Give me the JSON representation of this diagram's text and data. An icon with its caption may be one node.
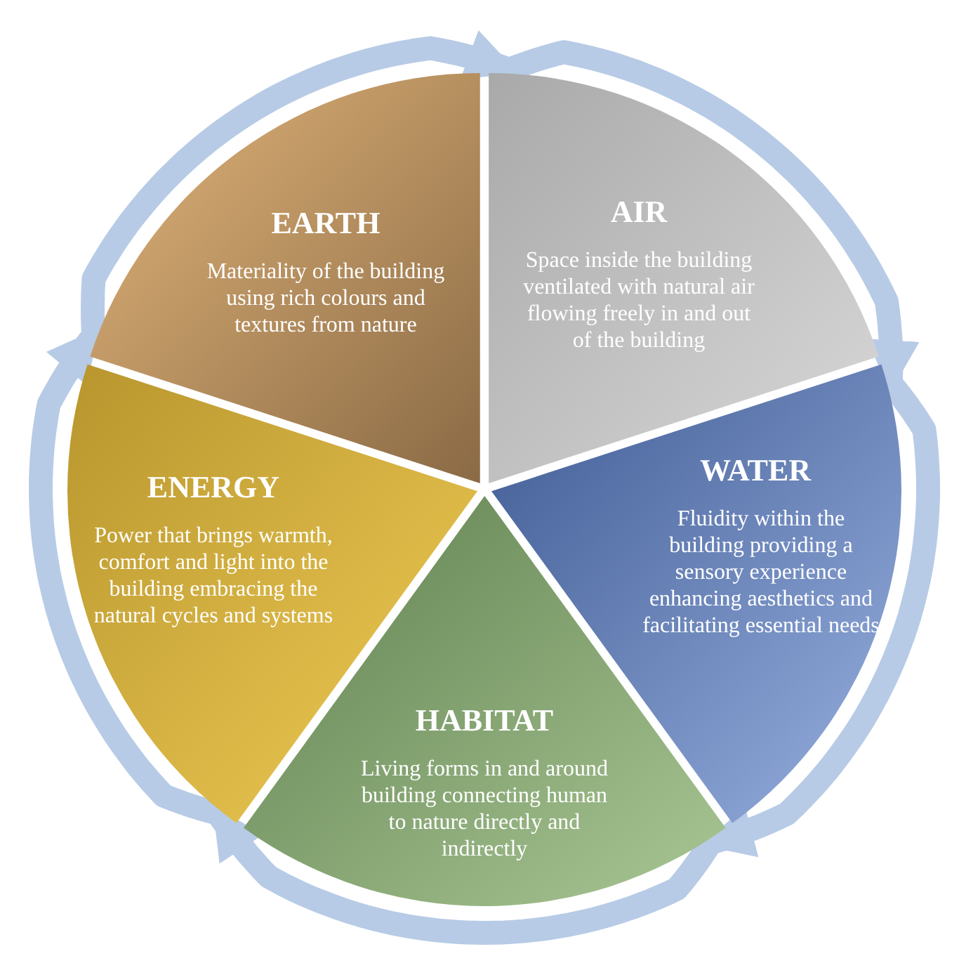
{
  "diagram": {
    "nodes": [
      {
        "text": [
          "EARTH",
          "Materiality of the building using rich colours and textures from nature"
        ]
      },
      {
        "text": [
          "AIR",
          "Space inside the building ventilated with natural air flowing freely in and out of the building"
        ]
      },
      {
        "text": [
          "ENERGY",
          "Power that brings warmth, comfort and light into the building embracing the natural cycles and systems"
        ]
      },
      {
        "text": [
          "WATER",
          "Fluidity within the building providing a sensory experience enhancing aesthetics and facilitating essential needs"
        ]
      },
      {
        "text": [
          "HABITAT",
          "Living forms in and around building connecting human to nature directly and indirectly"
        ]
      }
    ],
    "edges": [
      {
        "from": 0,
        "to": 1,
        "arrow": "to"
      },
      {
        "from": 1,
        "to": 3,
        "arrow": "to"
      },
      {
        "from": 3,
        "to": 4,
        "arrow": "to"
      },
      {
        "from": 4,
        "to": 2,
        "arrow": "to"
      },
      {
        "from": 2,
        "to": 0,
        "arrow": "to"
      }
    ]
  }
}
